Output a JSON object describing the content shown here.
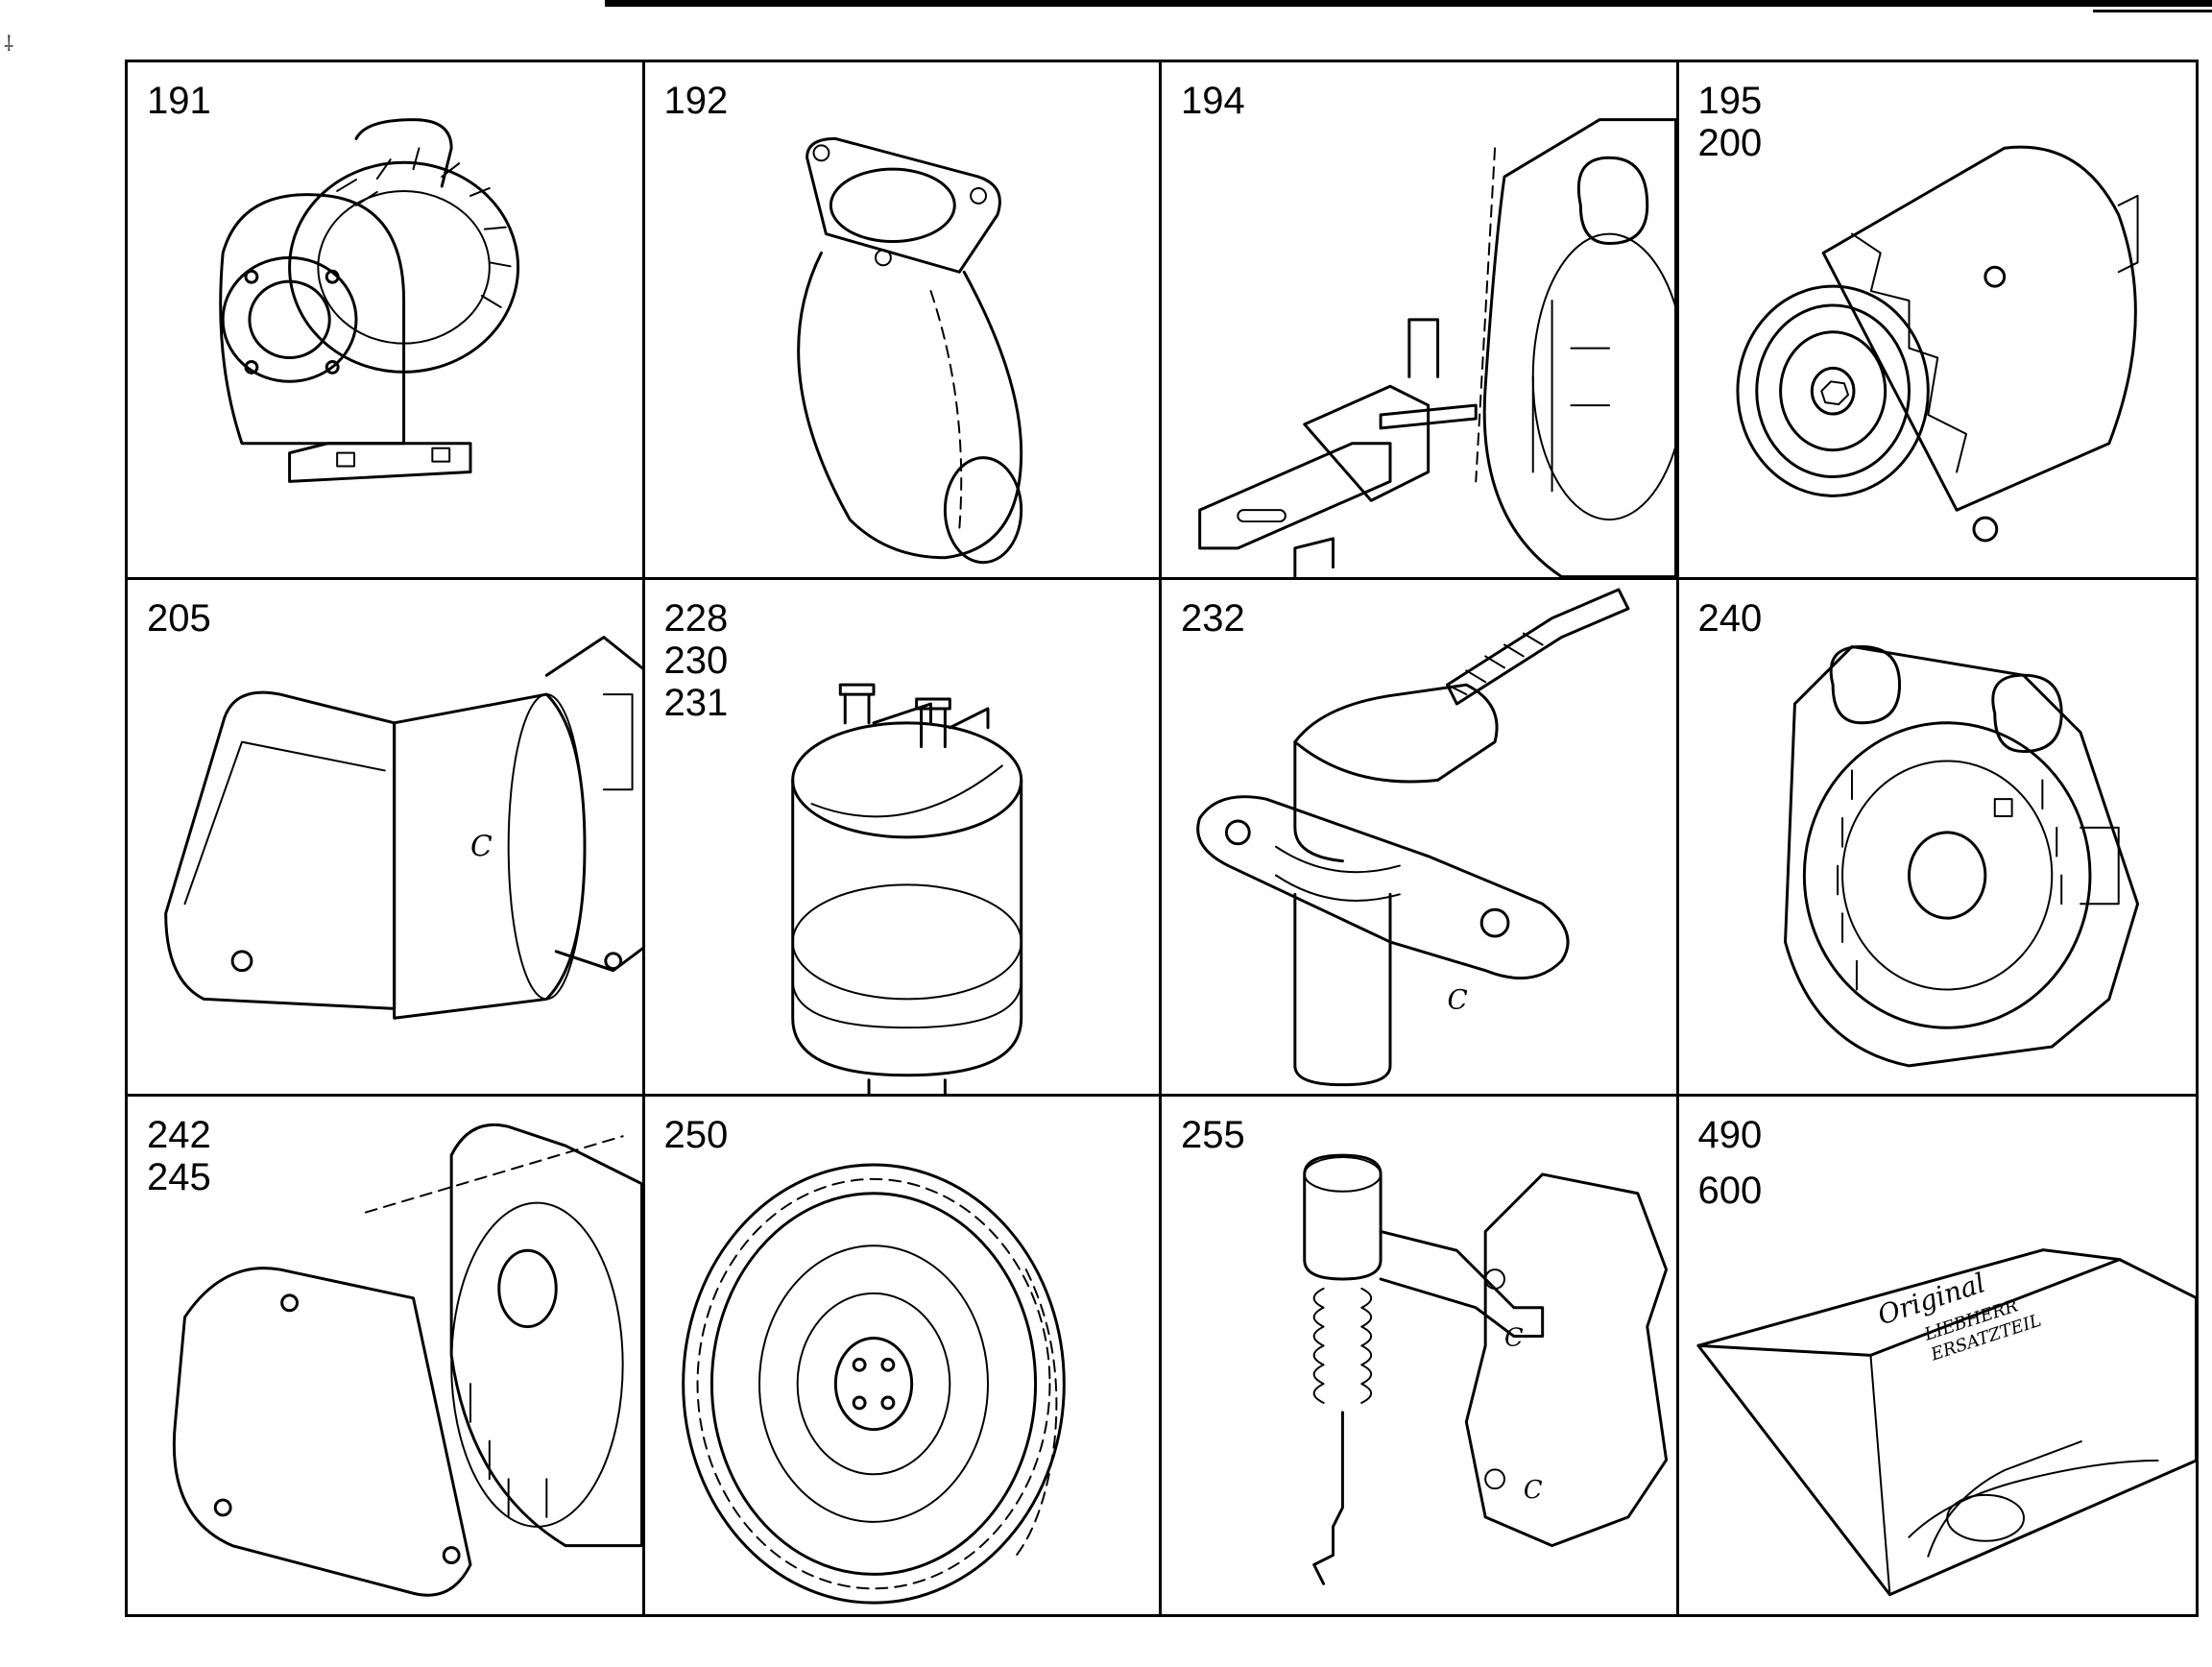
{
  "cells": [
    {
      "numbers": [
        "191"
      ],
      "icon": "turbocharger-icon"
    },
    {
      "numbers": [
        "192"
      ],
      "icon": "exhaust-elbow-icon"
    },
    {
      "numbers": [
        "194"
      ],
      "icon": "solenoid-bracket-icon"
    },
    {
      "numbers": [
        "195",
        "200"
      ],
      "icon": "alternator-icon"
    },
    {
      "numbers": [
        "205"
      ],
      "icon": "starter-motor-icon"
    },
    {
      "numbers": [
        "228",
        "230",
        "231"
      ],
      "icon": "pressure-switch-icon"
    },
    {
      "numbers": [
        "232"
      ],
      "icon": "speed-sensor-icon"
    },
    {
      "numbers": [
        "240"
      ],
      "icon": "flywheel-housing-icon"
    },
    {
      "numbers": [
        "242",
        "245"
      ],
      "icon": "housing-cover-icon"
    },
    {
      "numbers": [
        "250"
      ],
      "icon": "flywheel-icon"
    },
    {
      "numbers": [
        "255"
      ],
      "icon": "stop-solenoid-icon"
    },
    {
      "numbers": [
        "490",
        "600"
      ],
      "icon": "parts-package-icon"
    }
  ],
  "package_label": {
    "line1": "Original",
    "line2": "LIEBHERR",
    "line3": "ERSATZTEIL"
  }
}
